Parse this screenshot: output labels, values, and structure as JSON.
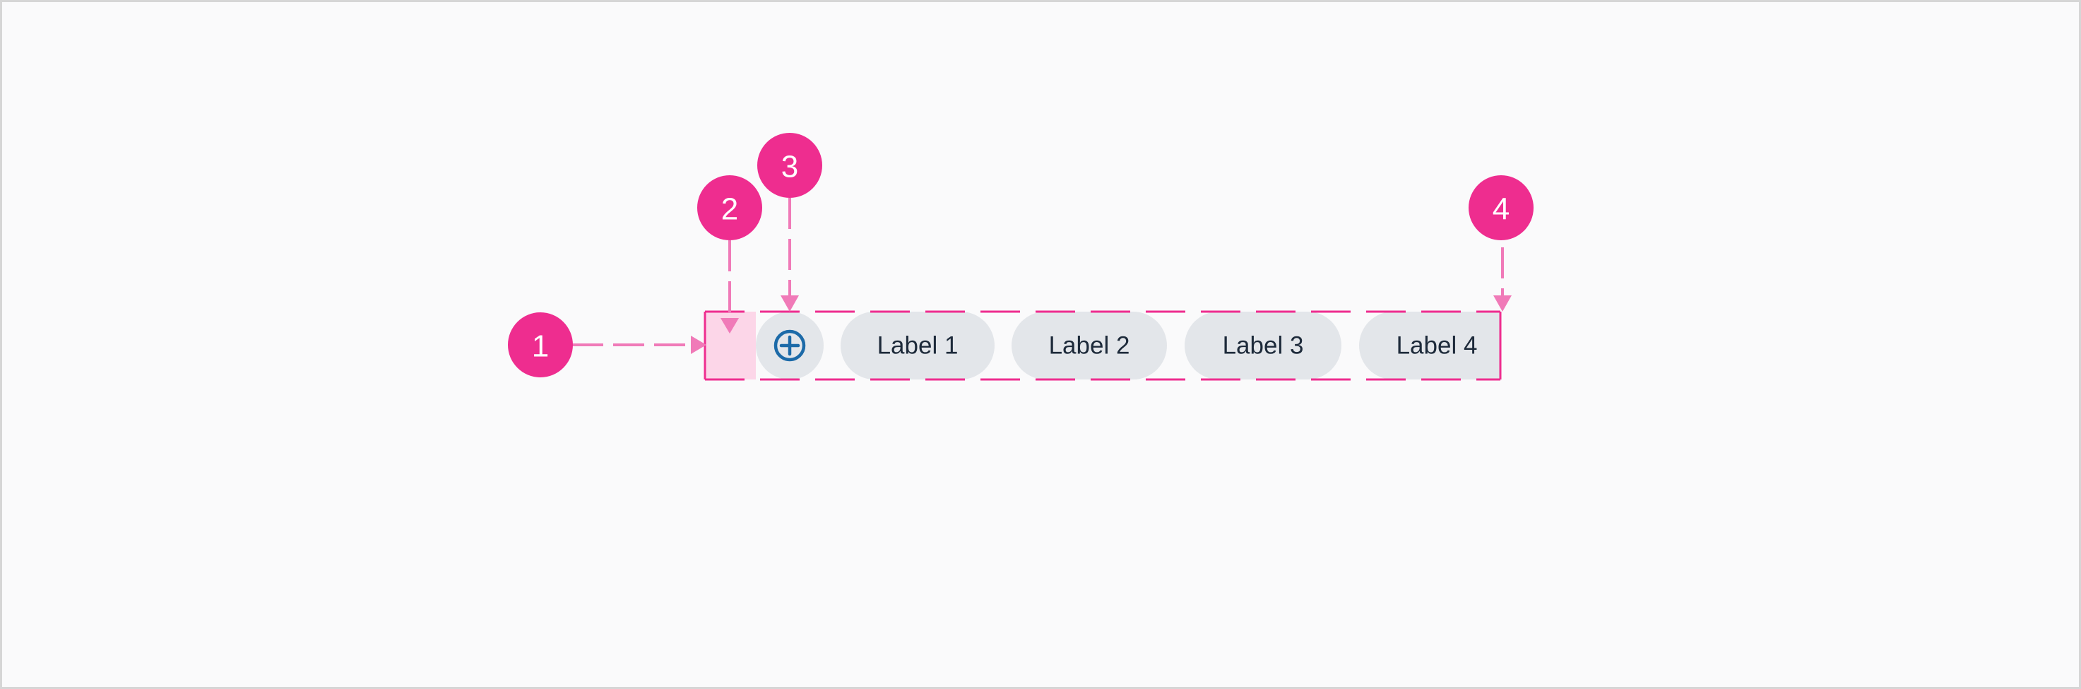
{
  "colors": {
    "background": "#fafafb",
    "chip_fill": "#e3e6ea",
    "chip_text": "#1d2a3a",
    "annotation_pink": "#ee2d8f",
    "annotation_dash": "#f07ab8",
    "padding_fill": "#fcd6e8",
    "add_icon": "#1c6aa8"
  },
  "callouts": [
    {
      "number": "1",
      "target": "chip-group-container"
    },
    {
      "number": "2",
      "target": "leading-padding"
    },
    {
      "number": "3",
      "target": "add-chip"
    },
    {
      "number": "4",
      "target": "trailing-edge"
    }
  ],
  "add_chip": {
    "icon": "plus-circle-icon"
  },
  "chips": [
    {
      "label": "Label 1"
    },
    {
      "label": "Label 2"
    },
    {
      "label": "Label 3"
    },
    {
      "label": "Label 4"
    }
  ]
}
